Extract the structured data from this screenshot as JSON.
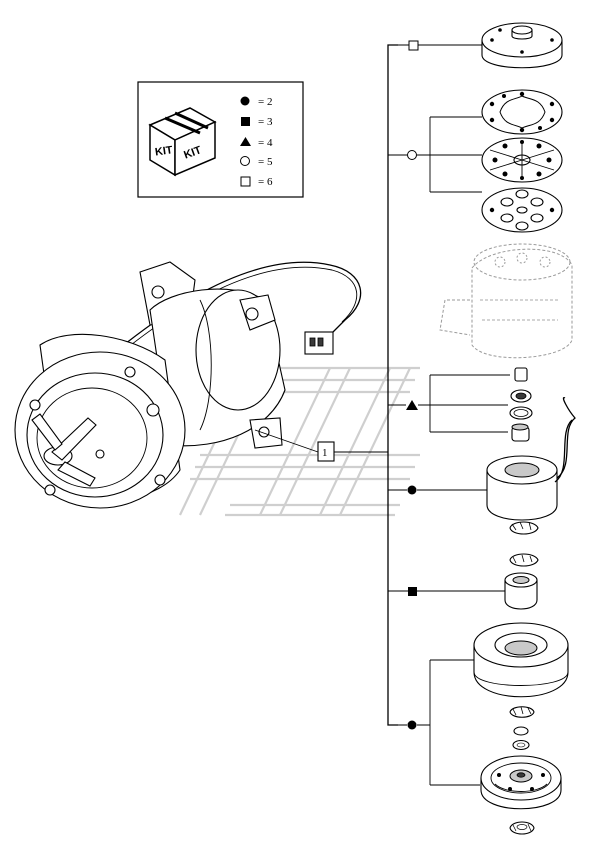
{
  "legend": {
    "kit_text": "KIT",
    "entries": [
      {
        "symbol": "filled-circle-icon",
        "text": "= 2"
      },
      {
        "symbol": "filled-square-icon",
        "text": "= 3"
      },
      {
        "symbol": "filled-triangle-icon",
        "text": "= 4"
      },
      {
        "symbol": "open-circle-icon",
        "text": "= 5"
      },
      {
        "symbol": "open-square-icon",
        "text": "= 6"
      }
    ]
  },
  "callout": {
    "ref_label": "1"
  },
  "colors": {
    "line": "#000000",
    "watermark": "#cfcfcf",
    "shade": "#c9c9c9"
  }
}
